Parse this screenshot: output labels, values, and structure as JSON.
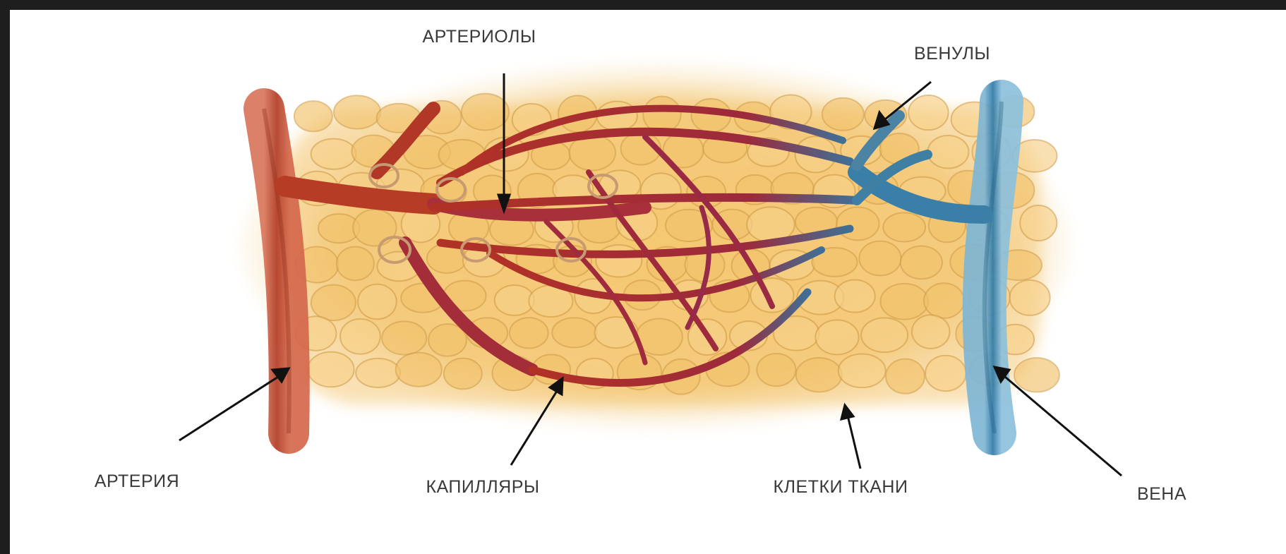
{
  "labels": {
    "arterioles": "АРТЕРИОЛЫ",
    "venules": "ВЕНУЛЫ",
    "artery": "АРТЕРИЯ",
    "capillaries": "КАПИЛЛЯРЫ",
    "tissue_cells": "КЛЕТКИ ТКАНИ",
    "vein": "ВЕНА"
  },
  "colors": {
    "artery": "#b7412a",
    "capillary": "#a3293a",
    "vein": "#3d86b0",
    "tissue": "#f3c672",
    "cell_outline": "#d4a04c",
    "frame": "#1e1e1e"
  }
}
